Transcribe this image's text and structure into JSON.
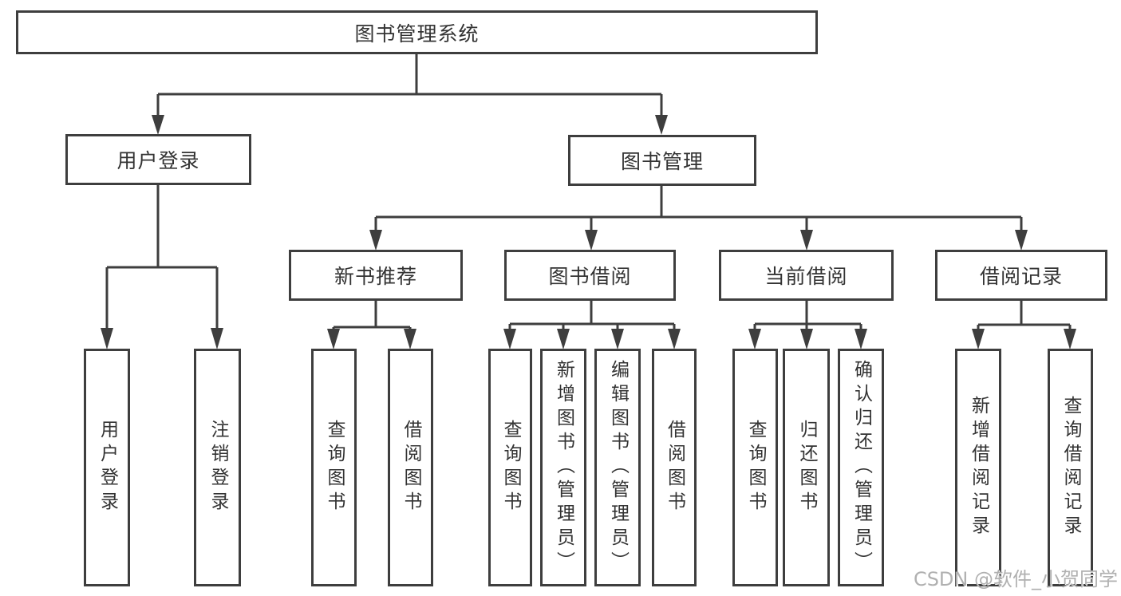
{
  "tree": {
    "label": "图书管理系统",
    "children": [
      {
        "label": "用户登录",
        "children": [
          {
            "label": "用户登录"
          },
          {
            "label": "注销登录"
          }
        ]
      },
      {
        "label": "图书管理",
        "children": [
          {
            "label": "新书推荐",
            "children": [
              {
                "label": "查询图书"
              },
              {
                "label": "借阅图书"
              }
            ]
          },
          {
            "label": "图书借阅",
            "children": [
              {
                "label": "查询图书"
              },
              {
                "label": "新增图书（管理员）"
              },
              {
                "label": "编辑图书（管理员）"
              },
              {
                "label": "借阅图书"
              }
            ]
          },
          {
            "label": "当前借阅",
            "children": [
              {
                "label": "查询图书"
              },
              {
                "label": "归还图书"
              },
              {
                "label": "确认归还（管理员）"
              }
            ]
          },
          {
            "label": "借阅记录",
            "children": [
              {
                "label": "新增借阅记录"
              },
              {
                "label": "查询借阅记录"
              }
            ]
          }
        ]
      }
    ]
  },
  "watermark": {
    "text": "CSDN @软件_小贺同学"
  },
  "colors": {
    "line": "#3e3e3e",
    "text": "#333333",
    "watermark": "#b0b0b0",
    "background": "#ffffff"
  }
}
